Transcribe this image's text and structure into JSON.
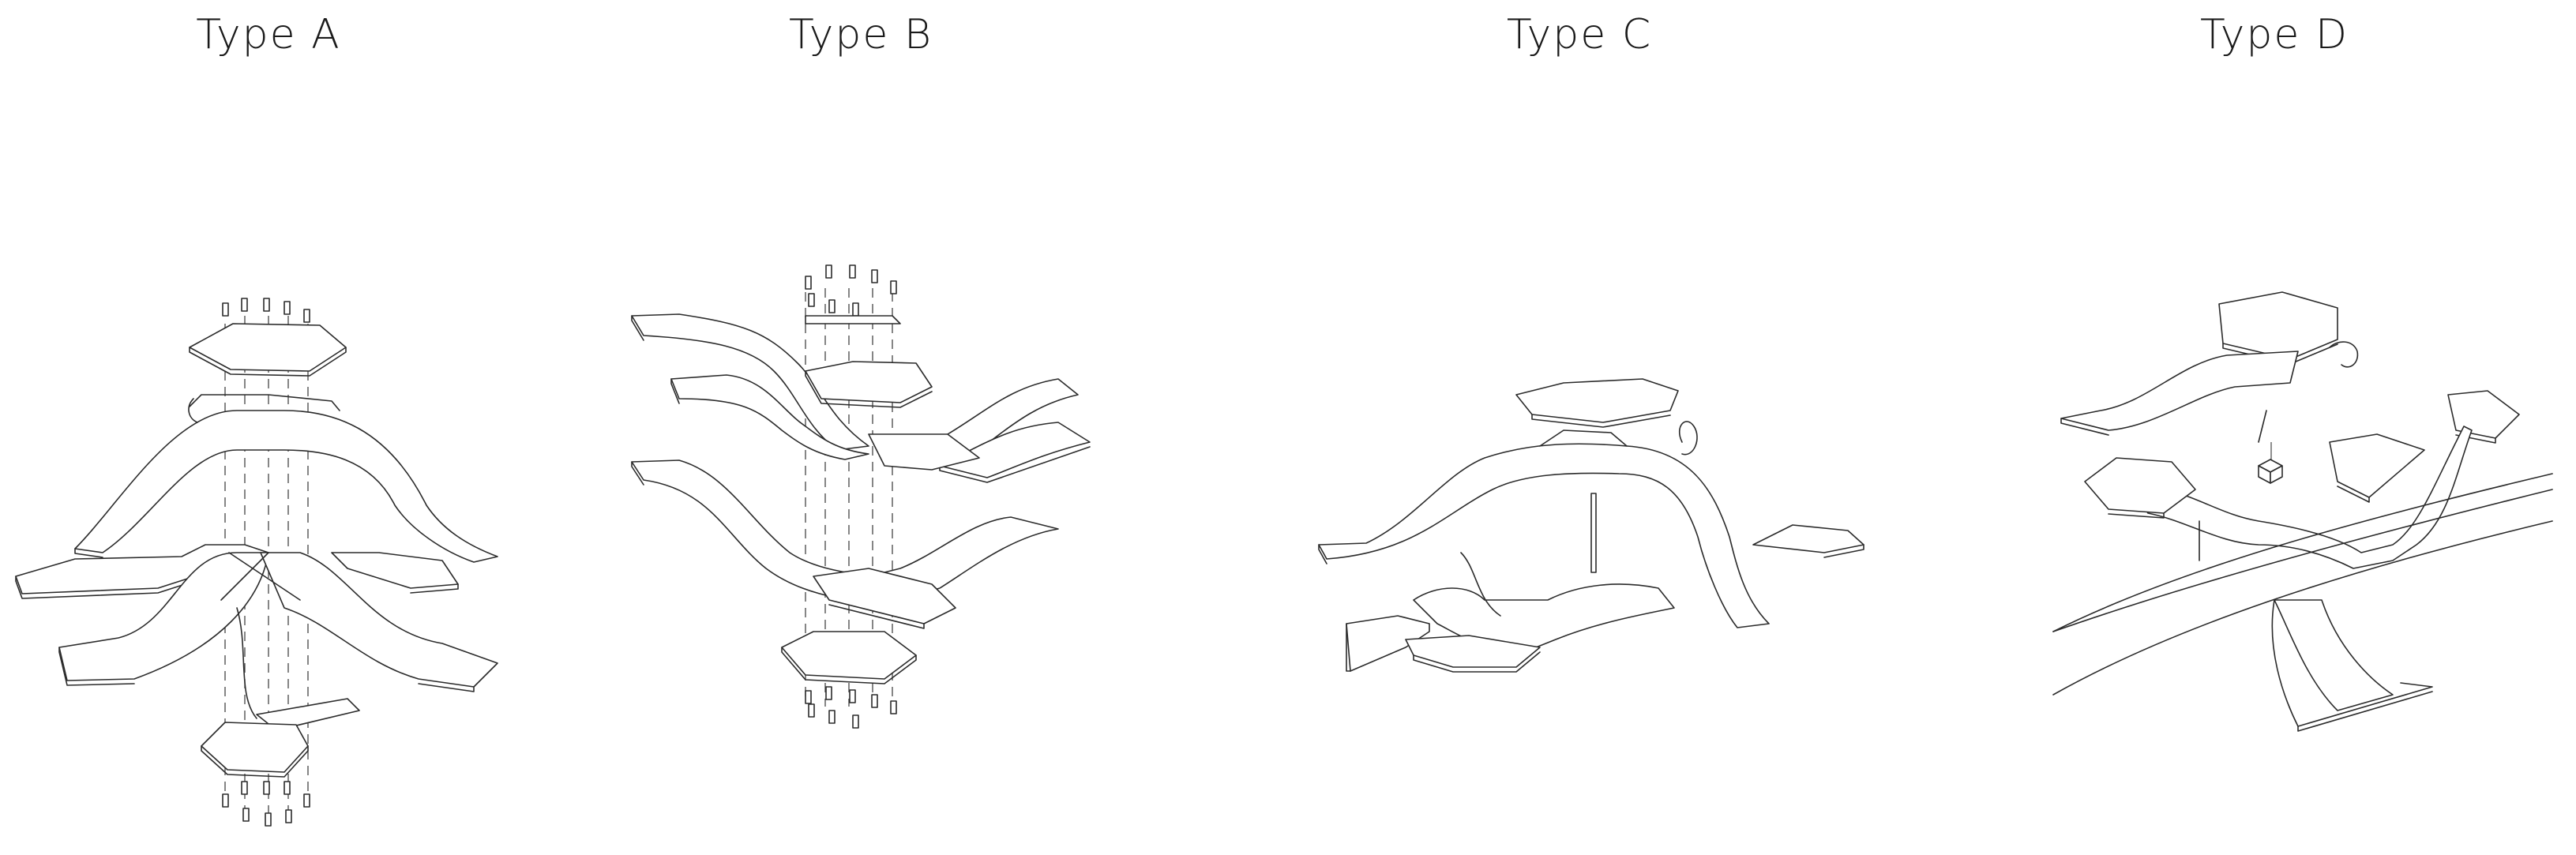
{
  "diagram": {
    "panels": [
      {
        "id": "a",
        "label": "Type A"
      },
      {
        "id": "b",
        "label": "Type B"
      },
      {
        "id": "c",
        "label": "Type C"
      },
      {
        "id": "d",
        "label": "Type D"
      }
    ]
  },
  "colors": {
    "line": "#2b2b2b",
    "background": "#ffffff"
  }
}
